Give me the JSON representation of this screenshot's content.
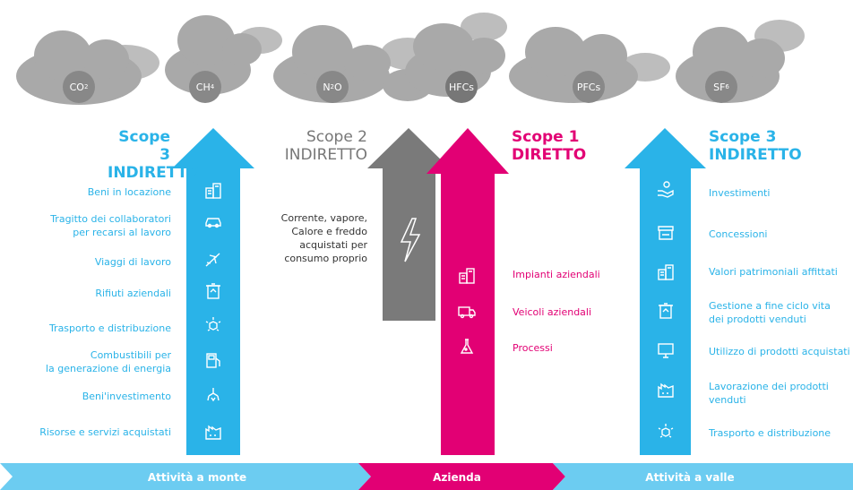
{
  "gases": [
    {
      "base": "CO",
      "sub": "2"
    },
    {
      "base": "CH",
      "sub": "4"
    },
    {
      "base": "N",
      "sub": "2",
      "tail": "O"
    },
    {
      "base": "HFCs",
      "sub": ""
    },
    {
      "base": "PFCs",
      "sub": ""
    },
    {
      "base": "SF",
      "sub": "6"
    }
  ],
  "scopes": {
    "scope3_left": {
      "line1": "Scope 3",
      "line2": "INDIRETTO"
    },
    "scope2": {
      "line1": "Scope 2",
      "line2": "INDIRETTO"
    },
    "scope1": {
      "line1": "Scope 1",
      "line2": "DIRETTO"
    },
    "scope3_right": {
      "line1": "Scope 3",
      "line2": "INDIRETTO"
    }
  },
  "scope3_left_items": [
    {
      "label": "Beni in locazione",
      "icon": "building-icon"
    },
    {
      "label": "Tragitto dei collaboratori\nper recarsi al lavoro",
      "icon": "car-icon"
    },
    {
      "label": "Viaggi di lavoro",
      "icon": "airplane-icon"
    },
    {
      "label": "Rifiuti aziendali",
      "icon": "recycle-bin-icon"
    },
    {
      "label": "Trasporto e distribuzione",
      "icon": "box-arrows-icon"
    },
    {
      "label": "Combustibili per\nla generazione di energia",
      "icon": "fuel-pump-icon"
    },
    {
      "label": "Beni'investimento",
      "icon": "claw-icon"
    },
    {
      "label": "Risorse e servizi acquistati",
      "icon": "factory-icon"
    }
  ],
  "scope2_text": "Corrente, vapore,\nCalore e freddo\nacquistati per\nconsumo proprio",
  "scope1_items": [
    {
      "label": "Impianti aziendali",
      "icon": "building-icon"
    },
    {
      "label": "Veicoli aziendali",
      "icon": "truck-icon"
    },
    {
      "label": "Processi",
      "icon": "flask-icon"
    }
  ],
  "scope3_right_items": [
    {
      "label": "Investimenti",
      "icon": "hand-coin-icon"
    },
    {
      "label": "Concessioni",
      "icon": "store-icon"
    },
    {
      "label": "Valori patrimoniali affittati",
      "icon": "building-icon"
    },
    {
      "label": "Gestione a fine ciclo vita\ndei prodotti venduti",
      "icon": "recycle-bin-icon"
    },
    {
      "label": "Utilizzo di prodotti acquistati",
      "icon": "monitor-icon"
    },
    {
      "label": "Lavorazione dei prodotti\nvenduti",
      "icon": "factory-icon"
    },
    {
      "label": "Trasporto e distribuzione",
      "icon": "box-arrows-icon"
    }
  ],
  "bottom_band": {
    "upstream": "Attività a monte",
    "company": "Azienda",
    "downstream": "Attività a valle"
  },
  "colors": {
    "blue": "#2ab3e8",
    "magenta": "#e20074",
    "grey": "#777777",
    "cloud": "#a9a9a9"
  }
}
